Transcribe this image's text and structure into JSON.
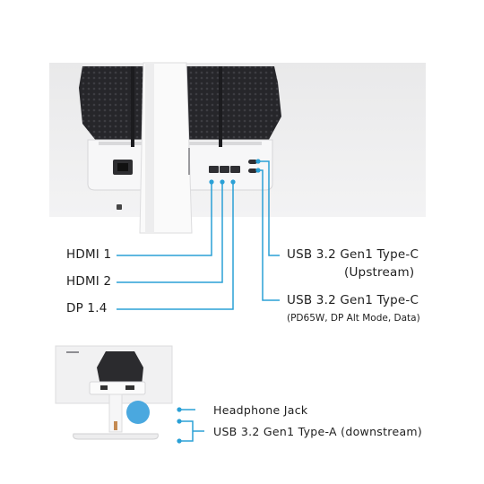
{
  "colors": {
    "accent": "#2aa0d6",
    "monitor_back": "#eeeeef",
    "dark_panel": "#2b2b2e"
  },
  "upper_ports": {
    "hdmi1": "HDMI 1",
    "hdmi2": "HDMI 2",
    "dp": "DP 1.4",
    "usbc_up_line1": "USB 3.2 Gen1 Type-C",
    "usbc_up_line2": "(Upstream)",
    "usbc_down_line1": "USB 3.2 Gen1 Type-C",
    "usbc_down_line2": "(PD65W, DP Alt Mode, Data)"
  },
  "lower_ports": {
    "headphone": "Headphone Jack",
    "usba": "USB 3.2 Gen1 Type-A (downstream)"
  }
}
